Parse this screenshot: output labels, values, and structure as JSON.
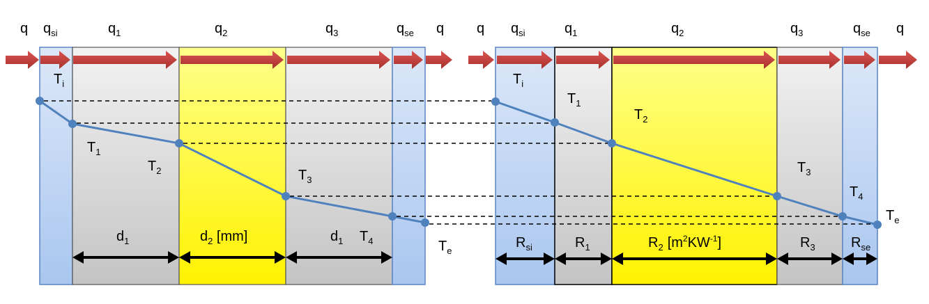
{
  "colors": {
    "surface_layer": "#b9d2f3",
    "surface_edge": "#5b84c4",
    "gray_layer": "#d6d6d6",
    "yellow_layer": "#fff000",
    "heat_arrow": "#c0504d",
    "temperature_line": "#4f81bd",
    "dashed_line": "#000000"
  },
  "left_panel": {
    "flux_labels": [
      {
        "main": "q",
        "sub": ""
      },
      {
        "main": "q",
        "sub": "si"
      },
      {
        "main": "q",
        "sub": "1"
      },
      {
        "main": "q",
        "sub": "2"
      },
      {
        "main": "q",
        "sub": "3"
      },
      {
        "main": "q",
        "sub": "se"
      },
      {
        "main": "q",
        "sub": ""
      }
    ],
    "temperature_labels": [
      {
        "main": "T",
        "sub": "i"
      },
      {
        "main": "T",
        "sub": "1"
      },
      {
        "main": "T",
        "sub": "2"
      },
      {
        "main": "T",
        "sub": "3"
      },
      {
        "main": "T",
        "sub": "4"
      },
      {
        "main": "T",
        "sub": "e"
      }
    ],
    "thickness_labels": [
      {
        "main": "d",
        "sub": "1",
        "suffix": ""
      },
      {
        "main": "d",
        "sub": "2",
        "suffix": " [mm]"
      },
      {
        "main": "d",
        "sub": "1",
        "suffix": ""
      }
    ]
  },
  "right_panel": {
    "flux_labels": [
      {
        "main": "q",
        "sub": ""
      },
      {
        "main": "q",
        "sub": "si"
      },
      {
        "main": "q",
        "sub": "1"
      },
      {
        "main": "q",
        "sub": "2"
      },
      {
        "main": "q",
        "sub": "3"
      },
      {
        "main": "q",
        "sub": "se"
      },
      {
        "main": "q",
        "sub": ""
      }
    ],
    "temperature_labels": [
      {
        "main": "T",
        "sub": "i"
      },
      {
        "main": "T",
        "sub": "1"
      },
      {
        "main": "T",
        "sub": "2"
      },
      {
        "main": "T",
        "sub": "3"
      },
      {
        "main": "T",
        "sub": "4"
      },
      {
        "main": "T",
        "sub": "e"
      }
    ],
    "resistance_labels": [
      {
        "main": "R",
        "sub": "si"
      },
      {
        "main": "R",
        "sub": "1"
      },
      {
        "main": "R",
        "sub": "2"
      },
      {
        "main": "R",
        "sub": "3"
      },
      {
        "main": "R",
        "sub": "se"
      }
    ],
    "resistance_unit": {
      "before": "[m",
      "sup1": "2",
      "middle": "KW",
      "sup2": "-1",
      "after": "]"
    }
  }
}
